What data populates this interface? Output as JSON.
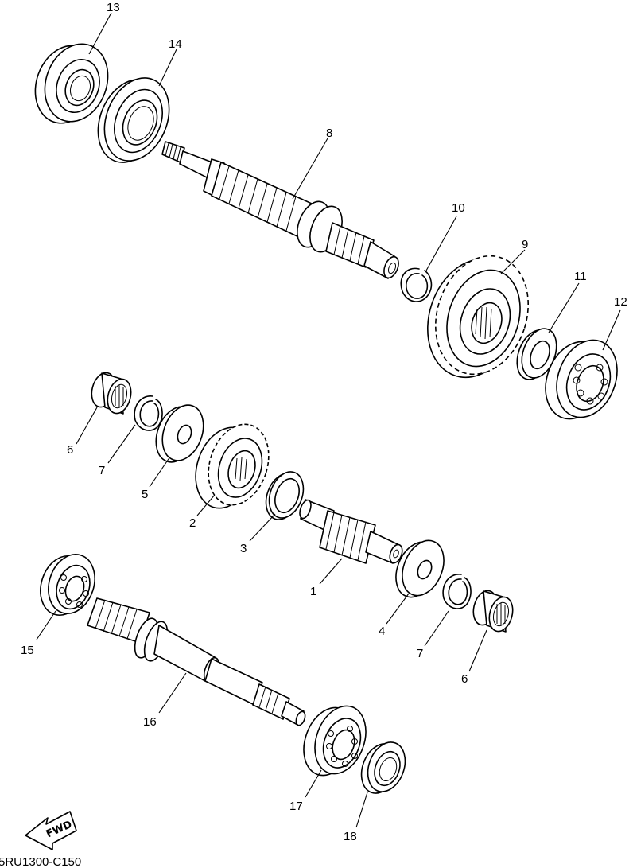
{
  "diagram_code": "5RU1300-C150",
  "fwd_label": "FWD",
  "callouts": {
    "c1": "1",
    "c2": "2",
    "c3": "3",
    "c4": "4",
    "c5": "5",
    "c6a": "6",
    "c6b": "6",
    "c7a": "7",
    "c7b": "7",
    "c8": "8",
    "c9": "9",
    "c10": "10",
    "c11": "11",
    "c12": "12",
    "c13": "13",
    "c14": "14",
    "c15": "15",
    "c16": "16",
    "c17": "17",
    "c18": "18"
  }
}
